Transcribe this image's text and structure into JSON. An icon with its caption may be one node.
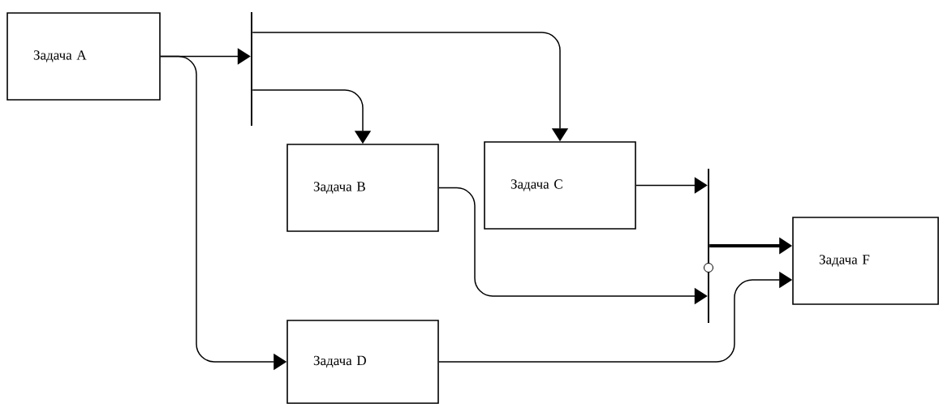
{
  "diagram": {
    "nodes": [
      {
        "text": [
          "Задача A"
        ]
      },
      {
        "text": [
          "Задача B"
        ]
      },
      {
        "text": [
          "Задача C"
        ]
      },
      {
        "text": [
          "Задача D"
        ]
      },
      {
        "text": [
          "Задача F"
        ]
      },
      {
        "text": [],
        "shape": "bar"
      },
      {
        "text": [],
        "shape": "bar"
      }
    ],
    "edges": [
      {
        "from": 0,
        "to": 5,
        "arrow": "to"
      },
      {
        "from": 5,
        "to": 2,
        "arrow": "to"
      },
      {
        "from": 5,
        "to": 1,
        "arrow": "to"
      },
      {
        "from": 0,
        "to": 3,
        "arrow": "to"
      },
      {
        "from": 2,
        "to": 6,
        "arrow": "to"
      },
      {
        "from": 1,
        "to": 6,
        "arrow": "to"
      },
      {
        "from": 6,
        "to": 4,
        "arrow": "to",
        "style": "thick"
      },
      {
        "from": 3,
        "to": 4,
        "arrow": "to"
      }
    ]
  }
}
